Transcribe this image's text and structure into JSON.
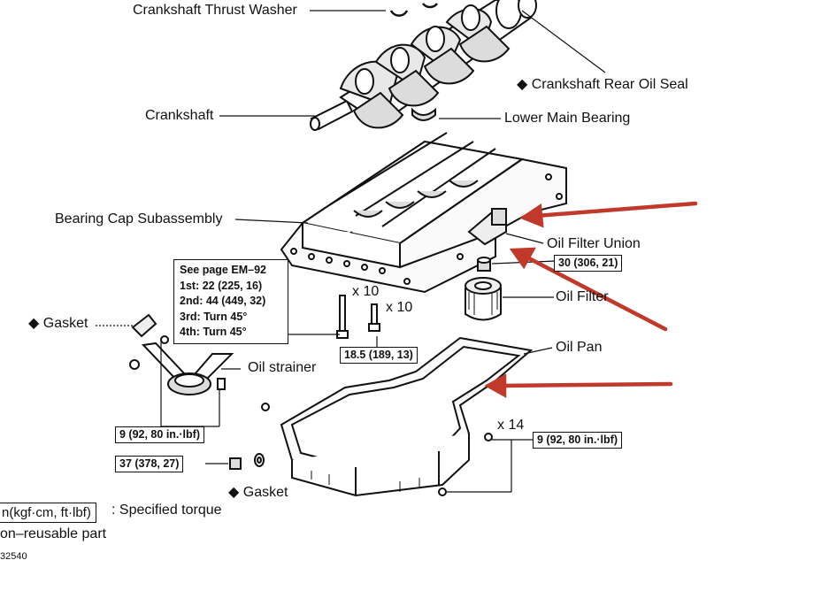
{
  "labels": {
    "thrust_washer": "Crankshaft Thrust Washer",
    "rear_oil_seal": "◆ Crankshaft Rear Oil Seal",
    "crankshaft": "Crankshaft",
    "lower_main_bearing": "Lower Main Bearing",
    "bearing_cap": "Bearing Cap Subassembly",
    "oil_filter_union": "Oil Filter Union",
    "oil_filter": "Oil Filter",
    "gasket_left": "◆ Gasket",
    "oil_strainer": "Oil strainer",
    "oil_pan": "Oil Pan",
    "gasket_bottom": "◆ Gasket"
  },
  "torque": {
    "union": "30 (306, 21)",
    "bolt_18": "18.5 (189, 13)",
    "strainer": "9 (92, 80 in.·lbf)",
    "pan": "9 (92, 80 in.·lbf)",
    "drain": "37 (378, 27)"
  },
  "quantities": {
    "x10_a": "x 10",
    "x10_b": "x 10",
    "x14": "x 14"
  },
  "spec_box": {
    "ref": "See page EM–92",
    "step1": "1st: 22 (225, 16)",
    "step2": "2nd: 44 (449, 32)",
    "step3": "3rd: Turn 45°",
    "step4": "4th: Turn 45°"
  },
  "legend": {
    "torque_unit": "n(kgf·cm, ft·lbf)",
    "torque_desc": ": Specified torque",
    "nonreusable": "on–reusable part",
    "figure_code": "32540"
  },
  "colors": {
    "annotation_arrow": "#c0392b",
    "line_art": "#111111"
  }
}
